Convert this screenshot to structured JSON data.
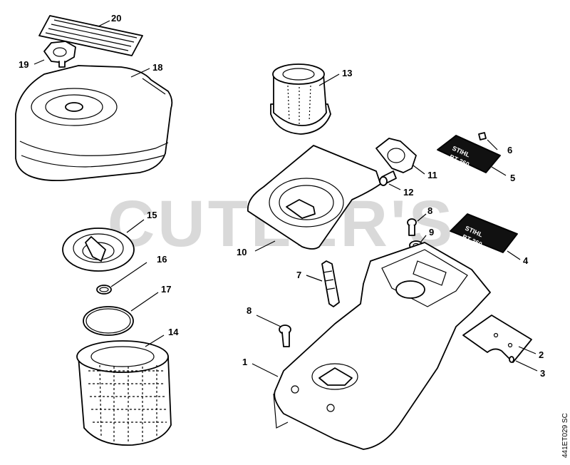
{
  "watermark": "CUTLER'S",
  "diagram_ref": "441ET029 SC",
  "decal_text": {
    "line1": "STIHL",
    "line2": "BT 360"
  },
  "callouts": {
    "n1": "1",
    "n2": "2",
    "n3": "3",
    "n4": "4",
    "n5": "5",
    "n6": "6",
    "n7": "7",
    "n8a": "8",
    "n8b": "8",
    "n9": "9",
    "n10": "10",
    "n11": "11",
    "n12": "12",
    "n13": "13",
    "n14": "14",
    "n15": "15",
    "n16": "16",
    "n17": "17",
    "n18": "18",
    "n19": "19",
    "n20": "20"
  }
}
